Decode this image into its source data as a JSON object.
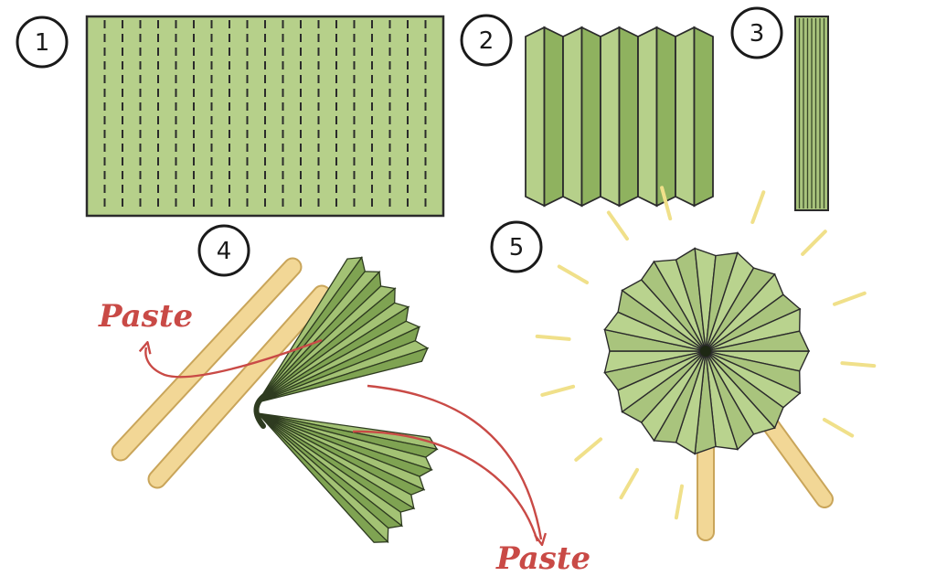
{
  "steps": [
    {
      "number": "1"
    },
    {
      "number": "2"
    },
    {
      "number": "3"
    },
    {
      "number": "4"
    },
    {
      "number": "5"
    }
  ],
  "labels": {
    "paste_top": "Paste",
    "paste_bottom": "Paste"
  },
  "colors": {
    "paper": "#b6d08a",
    "paper_dark": "#7fa352",
    "fold_line": "#2b2b2b",
    "stick": "#f2d796",
    "stick_edge": "#c9a55a",
    "arrow": "#c94a46",
    "ray": "#f0e08a"
  }
}
